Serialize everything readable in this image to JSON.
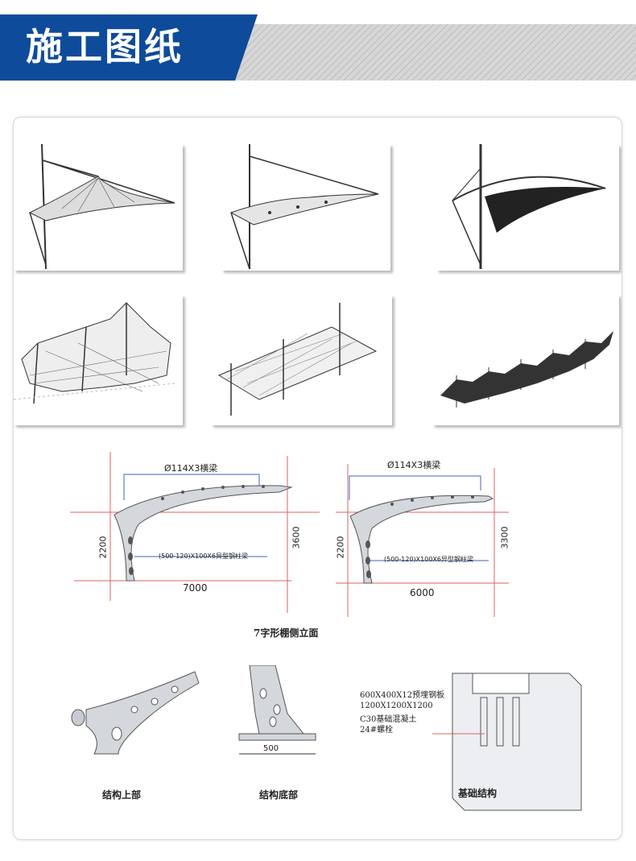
{
  "header": {
    "title": "施工图纸",
    "colors": {
      "brand": "#0e4b9a",
      "stripe": "#cfcfcf"
    }
  },
  "elevation": {
    "left": {
      "beam": "Ø114X3横梁",
      "column": "(500-120)X100X6异型钢柱梁",
      "h_left": "2200",
      "h_right": "3600",
      "span": "7000"
    },
    "right": {
      "beam": "Ø114X3横梁",
      "column": "(500-120)X100X6异型钢柱梁",
      "h_left": "2200",
      "h_right": "3300",
      "span": "6000"
    },
    "caption": "7字形棚侧立面"
  },
  "details": {
    "top": {
      "caption": "结构上部"
    },
    "bottom": {
      "caption": "结构底部",
      "dim": "500"
    },
    "foundation": {
      "caption": "基础结构",
      "lines": [
        "600X400X12预埋钢板",
        "1200X1200X1200",
        "C30基础混凝土",
        "24#螺栓"
      ]
    }
  }
}
